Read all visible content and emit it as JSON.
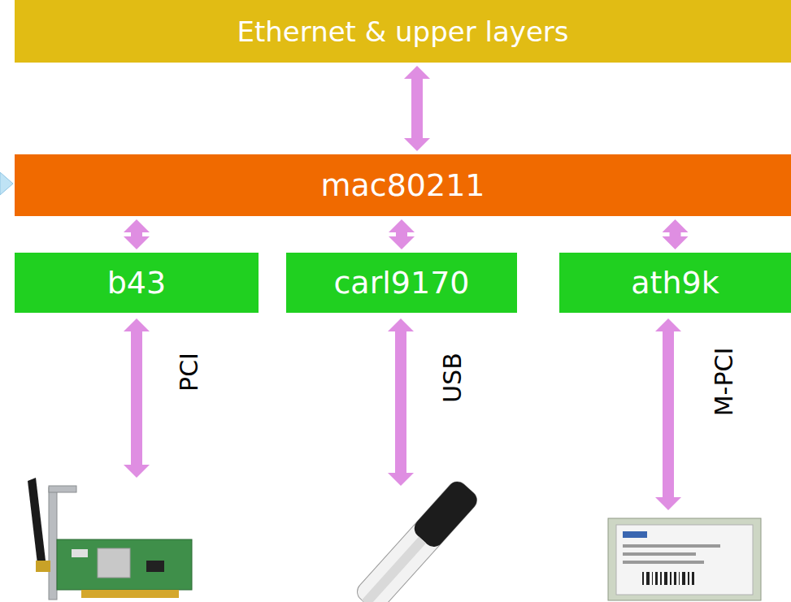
{
  "diagram": {
    "nodes": [
      {
        "text": [
          "Ethernet & upper layers"
        ]
      },
      {
        "text": [
          "mac80211"
        ]
      },
      {
        "text": [
          "b43"
        ]
      },
      {
        "text": [
          "carl9170"
        ]
      },
      {
        "text": [
          "ath9k"
        ]
      }
    ],
    "edges": [
      {
        "from": 0,
        "to": 1,
        "arrow": "both"
      },
      {
        "from": 1,
        "to": 2,
        "arrow": "both"
      },
      {
        "from": 1,
        "to": 3,
        "arrow": "both"
      },
      {
        "from": 1,
        "to": 4,
        "arrow": "both"
      }
    ],
    "labels": [
      "PCI",
      "USB",
      "M-PCI"
    ]
  }
}
